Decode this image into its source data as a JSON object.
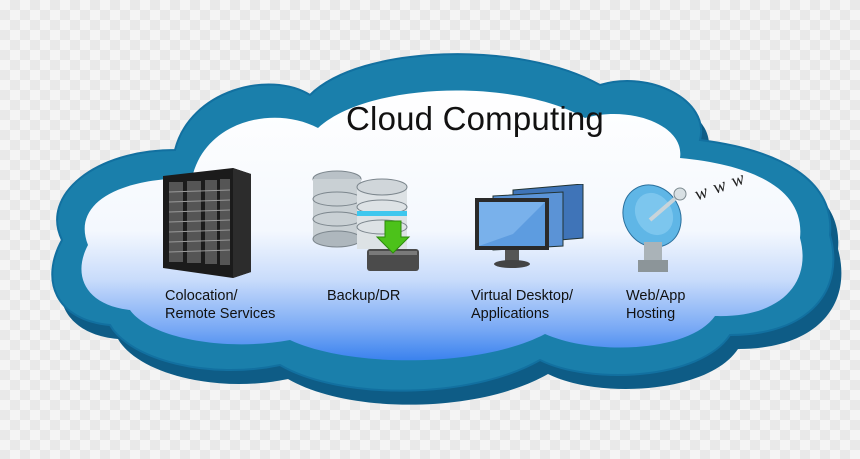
{
  "title": "Cloud Computing",
  "colors": {
    "cloud_border": "#1475a0",
    "cloud_fill_top": "#ffffff",
    "cloud_fill_bottom": "#3a82ee"
  },
  "services": [
    {
      "icon": "server-rack-icon",
      "line1": "Colocation/",
      "line2": "Remote Services"
    },
    {
      "icon": "database-backup-icon",
      "line1": "Backup/DR",
      "line2": ""
    },
    {
      "icon": "virtual-desktop-monitor-icon",
      "line1": "Virtual Desktop/",
      "line2": "Applications"
    },
    {
      "icon": "satellite-dish-icon",
      "line1": "Web/App",
      "line2": "Hosting"
    }
  ],
  "dish_text": "w w w"
}
